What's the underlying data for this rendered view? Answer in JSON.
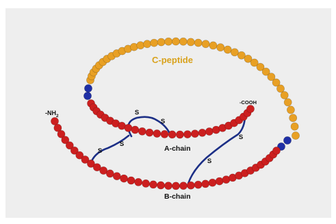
{
  "labels": {
    "c_peptide": "C-peptide",
    "a_chain": "A-chain",
    "b_chain": "B-chain",
    "nh2": "-NH",
    "nh2_sub": "2",
    "cooh": "-COOH",
    "sulfur": "S"
  },
  "colors": {
    "background": "#eeeeee",
    "c_peptide_residue": "#e8a025",
    "chain_residue": "#cc1f1f",
    "linker_residue": "#1f2fa6",
    "disulfide_bond": "#1c2f86",
    "c_peptide_text": "#d9a21c",
    "chain_text": "#111111"
  }
}
